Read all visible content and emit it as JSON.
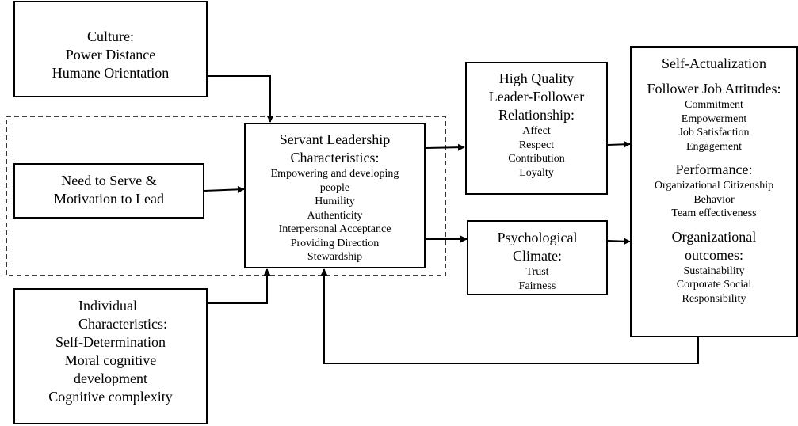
{
  "culture": {
    "title": "Culture:",
    "items": [
      "Power Distance",
      "Humane Orientation"
    ]
  },
  "need": {
    "lines": [
      "Need to Serve &",
      "Motivation to Lead"
    ]
  },
  "servant": {
    "title_lines": [
      "Servant Leadership",
      "Characteristics:"
    ],
    "items": [
      "Empowering and developing",
      "people",
      "Humility",
      "Authenticity",
      "Interpersonal Acceptance",
      "Providing Direction",
      "Stewardship"
    ]
  },
  "individual": {
    "title_lines": [
      "Individual",
      "Characteristics:"
    ],
    "items": [
      "Self-Determination",
      "Moral cognitive",
      "development",
      "Cognitive complexity"
    ]
  },
  "relationship": {
    "title_lines": [
      "High Quality",
      "Leader-Follower",
      "Relationship:"
    ],
    "items": [
      "Affect",
      "Respect",
      "Contribution",
      "Loyalty"
    ]
  },
  "climate": {
    "title_lines": [
      "Psychological",
      "Climate:"
    ],
    "items": [
      "Trust",
      "Fairness"
    ]
  },
  "actualization": {
    "title": "Self-Actualization",
    "sections": [
      {
        "heading": [
          "Follower Job Attitudes:"
        ],
        "items": [
          "Commitment",
          "Empowerment",
          "Job Satisfaction",
          "Engagement"
        ]
      },
      {
        "heading": [
          "Performance:"
        ],
        "items": [
          "Organizational Citizenship",
          "Behavior",
          "Team effectiveness"
        ]
      },
      {
        "heading": [
          "Organizational",
          "outcomes:"
        ],
        "items": [
          "Sustainability",
          "Corporate Social",
          "Responsibility"
        ]
      }
    ]
  }
}
